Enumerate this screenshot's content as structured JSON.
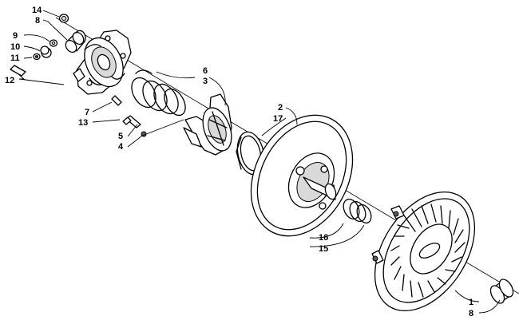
{
  "callouts": {
    "c14": "14",
    "c8a": "8",
    "c9": "9",
    "c10": "10",
    "c11": "11",
    "c12": "12",
    "c7": "7",
    "c13": "13",
    "c6": "6",
    "c3": "3",
    "c5": "5",
    "c4": "4",
    "c2": "2",
    "c17": "17",
    "c16": "16",
    "c15": "15",
    "c1": "1",
    "c8b": "8"
  }
}
